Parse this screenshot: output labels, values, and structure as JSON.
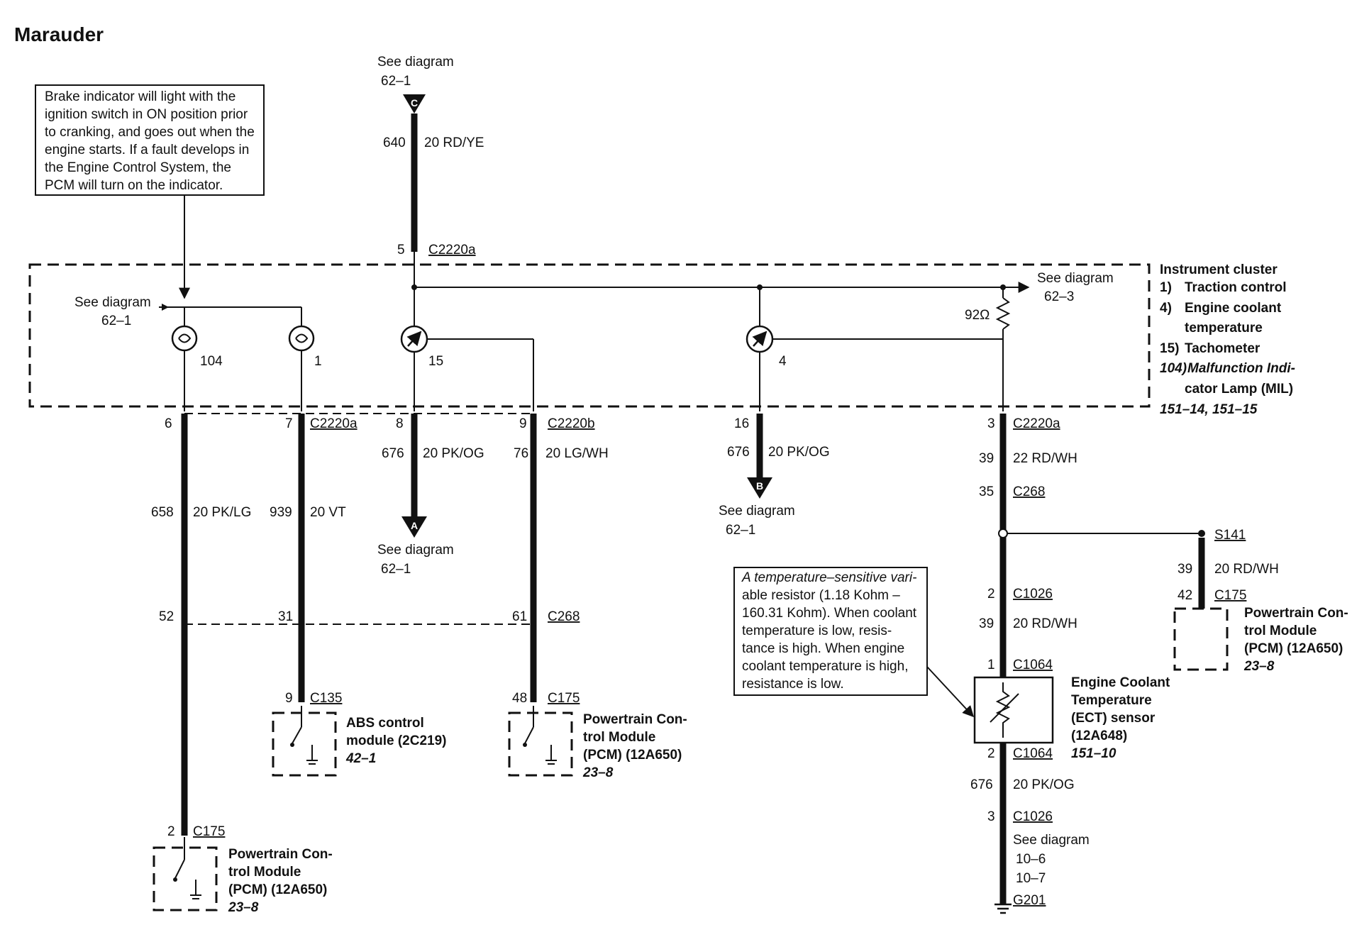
{
  "title": "Marauder",
  "brake_note": [
    "Brake indicator will light with the",
    "ignition switch in ON position prior",
    "to cranking, and goes out when the",
    "engine starts. If a fault develops in",
    "the Engine Control System, the",
    "PCM will turn on the indicator."
  ],
  "ect_note": [
    "A temperature–sensitive vari-",
    "able resistor (1.18 Kohm –",
    "160.31 Kohm). When coolant",
    "temperature is low, resis-",
    "tance is high. When engine",
    "coolant temperature is high,",
    "resistance is low."
  ],
  "cluster": {
    "title": "Instrument cluster",
    "items": [
      {
        "num": "1)",
        "label": "Traction control"
      },
      {
        "num": "4)",
        "label": "Engine coolant"
      },
      {
        "num": "",
        "label": "temperature"
      },
      {
        "num": "15)",
        "label": "Tachometer"
      },
      {
        "num": "104)",
        "label": "Malfunction Indi-"
      },
      {
        "num": "",
        "label": "cator Lamp (MIL)"
      }
    ],
    "ref": "151–14, 151–15"
  },
  "labels": {
    "see_diagram": "See diagram",
    "ref_62_1": "62–1",
    "ref_62_3": "62–3",
    "connector_c": "C",
    "connector_a": "A",
    "connector_b": "B",
    "c640": "640",
    "w_rdye": "20 RD/YE",
    "pin5": "5",
    "c2220a": "C2220a",
    "c2220b": "C2220b",
    "res92": "92Ω",
    "n104": "104",
    "n1": "1",
    "n15": "15",
    "n4": "4",
    "p6": "6",
    "p7": "7",
    "p8": "8",
    "p9": "9",
    "p16": "16",
    "p3": "3",
    "c676": "676",
    "w_pkog": "20 PK/OG",
    "c76": "76",
    "w_lgwh": "20 LG/WH",
    "c39": "39",
    "w_22rdwh": "22 RD/WH",
    "p35": "35",
    "c268": "C268",
    "c658": "658",
    "w_pklg": "20 PK/LG",
    "c939": "939",
    "w_vt": "20 VT",
    "s141": "S141",
    "w_rdwh": "20 RD/WH",
    "p42": "42",
    "c175": "C175",
    "p2": "2",
    "c1026": "C1026",
    "p52": "52",
    "p31": "31",
    "p61": "61",
    "p1": "1",
    "c1064": "C1064",
    "p9b": "9",
    "c135": "C135",
    "p48": "48",
    "p3b": "3",
    "ref_10_6": "10–6",
    "ref_10_7": "10–7",
    "g201": "G201"
  },
  "modules": {
    "abs": {
      "lines": [
        "ABS control",
        "module (2C219)"
      ],
      "ref": "42–1"
    },
    "pcm_mid": {
      "lines": [
        "Powertrain Con-",
        "trol Module",
        "(PCM) (12A650)"
      ],
      "ref": "23–8"
    },
    "pcm_left": {
      "lines": [
        "Powertrain Con-",
        "trol Module",
        "(PCM) (12A650)"
      ],
      "ref": "23–8"
    },
    "pcm_right": {
      "lines": [
        "Powertrain Con-",
        "trol Module",
        "(PCM) (12A650)"
      ],
      "ref": "23–8"
    },
    "ect": {
      "lines": [
        "Engine Coolant",
        "Temperature",
        "(ECT) sensor",
        "(12A648)"
      ],
      "ref": "151–10"
    }
  }
}
